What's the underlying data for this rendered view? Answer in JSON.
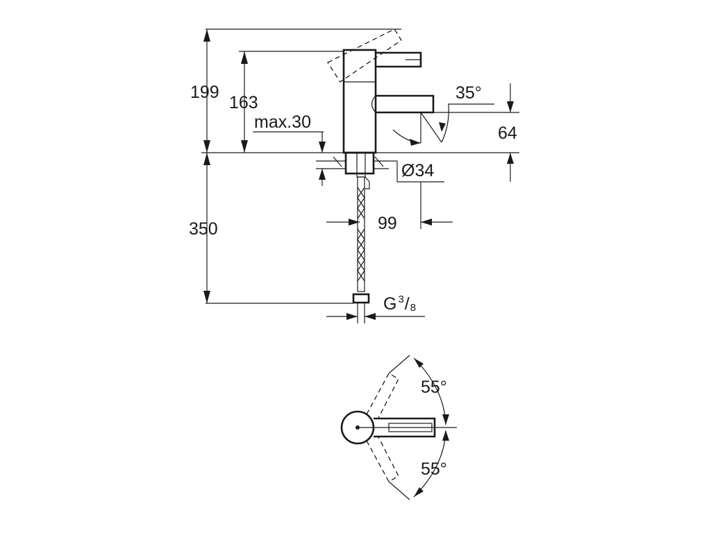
{
  "drawing": {
    "side_view": {
      "dim_overall_height": "199",
      "dim_spout_height": "163",
      "dim_max_deck": "max.30",
      "dim_spout_angle": "35°",
      "dim_outlet_height": "64",
      "dim_base_diameter": "Ø34",
      "dim_hose_length": "350",
      "dim_projection": "99",
      "dim_connection_main": "G",
      "dim_connection_num": "3",
      "dim_connection_slash": "/",
      "dim_connection_den": "8"
    },
    "top_view": {
      "dim_lever_angle_upper": "55°",
      "dim_lever_angle_lower": "55°"
    }
  }
}
